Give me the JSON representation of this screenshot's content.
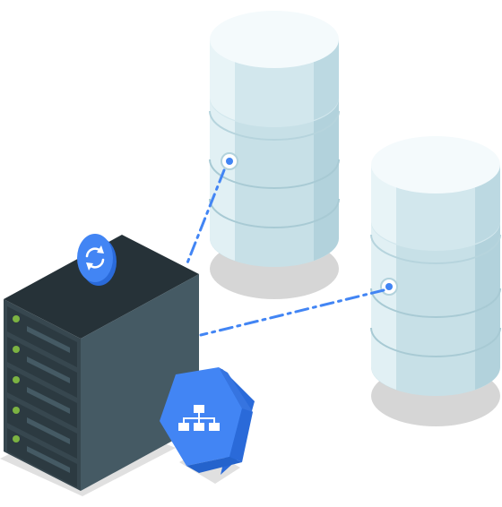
{
  "scene": {
    "description_elements": [
      "server-rack",
      "database-cylinder",
      "database-cylinder"
    ],
    "server": {
      "drive_count": 5,
      "led_color": "#7cb342",
      "body_dark": "#37474f",
      "body_side": "#455a64",
      "top_color": "#263238"
    },
    "sync_badge": {
      "icon": "sync-icon",
      "color": "#4285f4"
    },
    "network_badge": {
      "icon": "network-hierarchy-icon",
      "color": "#4285f4",
      "shade": "#2a6ad9"
    },
    "databases": [
      {
        "name": "database-back",
        "light": "#e1f0f4",
        "mid": "#c7e0e7",
        "dark": "#b2d2dc"
      },
      {
        "name": "database-front",
        "light": "#e1f0f4",
        "mid": "#c7e0e7",
        "dark": "#b2d2dc"
      }
    ],
    "link_color": "#4285f4"
  }
}
